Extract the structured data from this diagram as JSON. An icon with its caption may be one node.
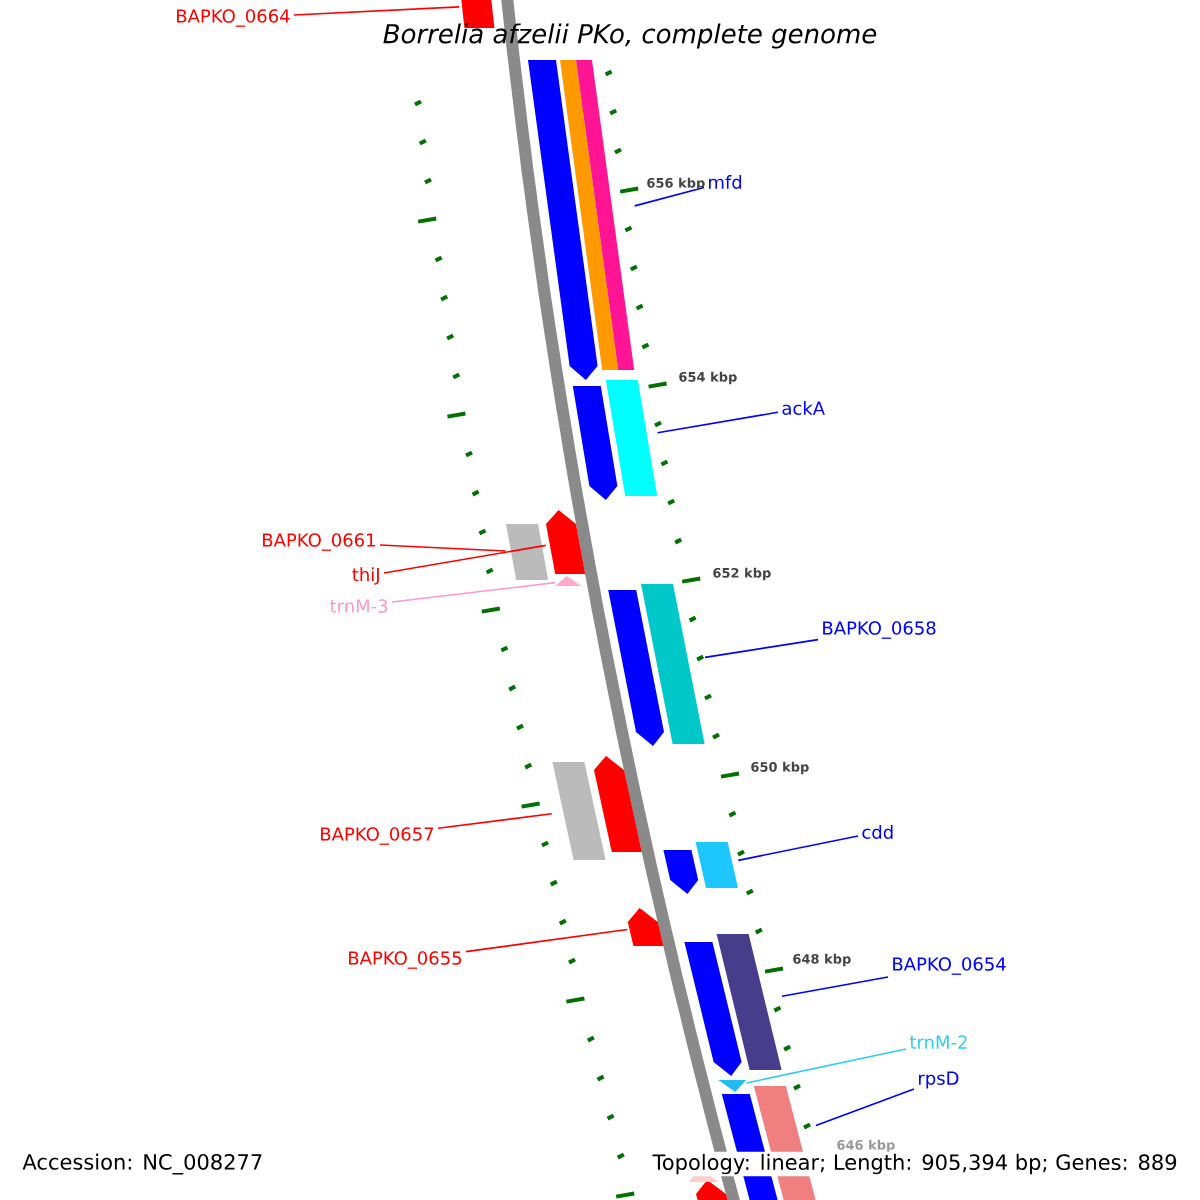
{
  "diagram": {
    "title": "Borrelia afzelii PKo, complete genome",
    "nodes": [
      {
        "text": [
          "BAPKO_0664"
        ]
      },
      {
        "text": [],
        "shape": "bar"
      },
      {
        "text": [
          "mfd"
        ]
      },
      {
        "text": [],
        "shape": "bar"
      },
      {
        "text": [
          "ackA"
        ]
      },
      {
        "text": [],
        "shape": "bar"
      },
      {
        "text": [
          "BAPKO_0661"
        ]
      },
      {
        "text": [],
        "shape": "bar"
      },
      {
        "text": [
          "thiJ"
        ]
      },
      {
        "text": [],
        "shape": "bar"
      },
      {
        "text": [
          "trnM-3"
        ]
      },
      {
        "text": [],
        "shape": "bar"
      },
      {
        "text": [
          "BAPKO_0658"
        ]
      },
      {
        "text": [],
        "shape": "bar"
      },
      {
        "text": [
          "BAPKO_0657"
        ]
      },
      {
        "text": [],
        "shape": "bar"
      },
      {
        "text": [
          "cdd"
        ]
      },
      {
        "text": [],
        "shape": "bar"
      },
      {
        "text": [
          "BAPKO_0655"
        ]
      },
      {
        "text": [],
        "shape": "bar"
      },
      {
        "text": [
          "BAPKO_0654"
        ]
      },
      {
        "text": [],
        "shape": "bar"
      },
      {
        "text": [
          "trnM-2"
        ]
      },
      {
        "text": [],
        "shape": "bar"
      },
      {
        "text": [
          "rpsD"
        ]
      },
      {
        "text": [],
        "shape": "bar"
      }
    ],
    "edges": [
      {
        "from": 0,
        "to": 1,
        "arrow": "none",
        "color": "#ff0000"
      },
      {
        "from": 2,
        "to": 3,
        "arrow": "none"
      },
      {
        "from": 4,
        "to": 5,
        "arrow": "none"
      },
      {
        "from": 6,
        "to": 7,
        "arrow": "none",
        "color": "#ff0000"
      },
      {
        "from": 8,
        "to": 9,
        "arrow": "none",
        "color": "#ff0000"
      },
      {
        "from": 10,
        "to": 11,
        "arrow": "none",
        "color": "#ff99cc"
      },
      {
        "from": 12,
        "to": 13,
        "arrow": "none"
      },
      {
        "from": 14,
        "to": 15,
        "arrow": "none",
        "color": "#ff0000"
      },
      {
        "from": 16,
        "to": 17,
        "arrow": "none"
      },
      {
        "from": 18,
        "to": 19,
        "arrow": "none",
        "color": "#ff0000"
      },
      {
        "from": 20,
        "to": 21,
        "arrow": "none"
      },
      {
        "from": 22,
        "to": 23,
        "arrow": "none",
        "color": "#33ccee"
      },
      {
        "from": 24,
        "to": 25,
        "arrow": "none"
      }
    ],
    "labels": [
      "656 kbp",
      "654 kbp",
      "652 kbp",
      "650 kbp",
      "648 kbp",
      "646 kbp",
      "Accession: NC_008277",
      "Topology: linear; Length: 905,394 bp; Genes: 889"
    ]
  }
}
